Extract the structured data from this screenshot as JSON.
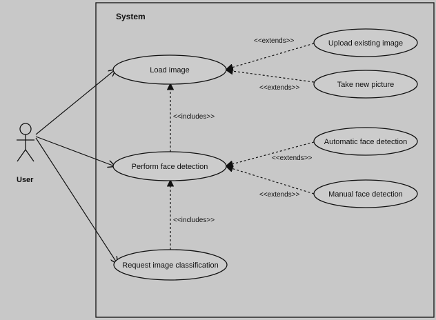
{
  "system": {
    "title": "System"
  },
  "actor": {
    "name": "User"
  },
  "use_cases": {
    "load_image": "Load image",
    "upload_existing": "Upload existing image",
    "take_new_picture": "Take new picture",
    "perform_face_detection": "Perform face detection",
    "automatic_face_detection": "Automatic face detection",
    "manual_face_detection": "Manual face detection",
    "request_classification": "Request image classification"
  },
  "relations": {
    "extends_upload": "<<extends>>",
    "extends_take": "<<extends>>",
    "includes_load": "<<includes>>",
    "extends_automatic": "<<extends>>",
    "extends_manual": "<<extends>>",
    "includes_detection": "<<includes>>"
  },
  "colors": {
    "background": "#c8c8c8",
    "ellipse_fill": "#cccccc",
    "stroke": "#111111"
  }
}
